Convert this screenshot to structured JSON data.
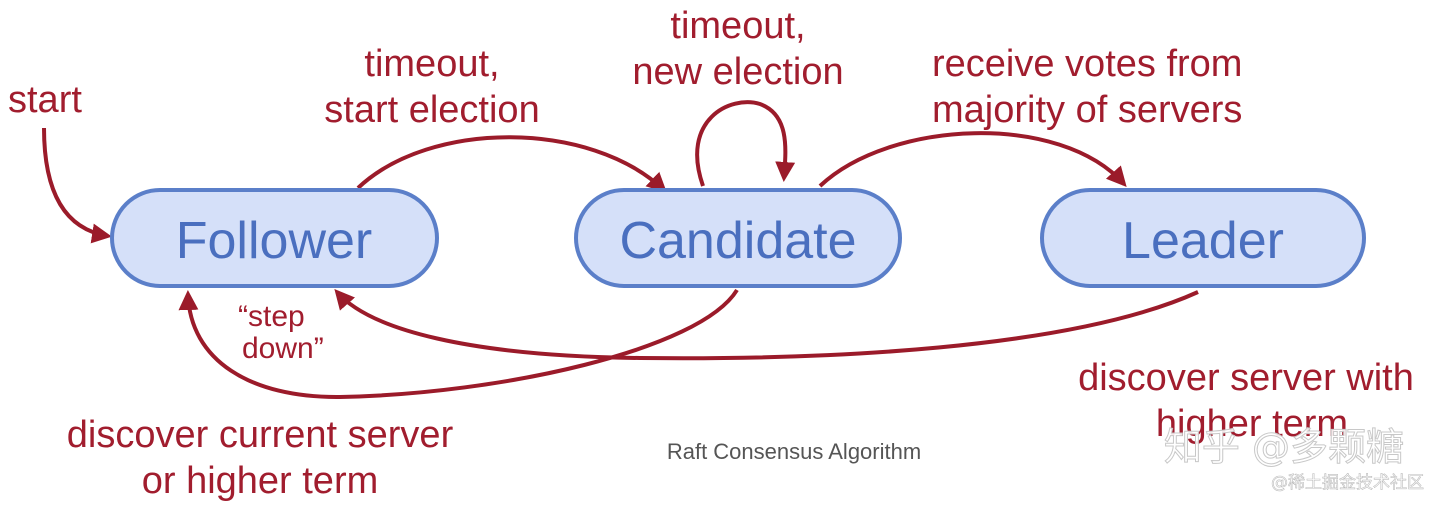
{
  "states": {
    "follower": "Follower",
    "candidate": "Candidate",
    "leader": "Leader"
  },
  "transitions": {
    "start": "start",
    "timeout_start_election": [
      "timeout,",
      "start election"
    ],
    "timeout_new_election": [
      "timeout,",
      "new election"
    ],
    "receive_votes": [
      "receive votes from",
      "majority of servers"
    ],
    "step_down": [
      "“step",
      "down”"
    ],
    "discover_current_server": [
      "discover current server",
      "or higher term"
    ],
    "discover_server_higher_term": [
      "discover server with",
      "higher term"
    ]
  },
  "caption": "Raft Consensus Algorithm",
  "watermarks": {
    "zhihu": "知乎 @多颗糖",
    "juejin": "@稀土掘金技术社区"
  },
  "colors": {
    "state_fill": "#d5e0f9",
    "state_stroke": "#5b7fc9",
    "state_text": "#4a6fbf",
    "edge": "#9b1b2a",
    "annotation": "#a11d2e"
  }
}
